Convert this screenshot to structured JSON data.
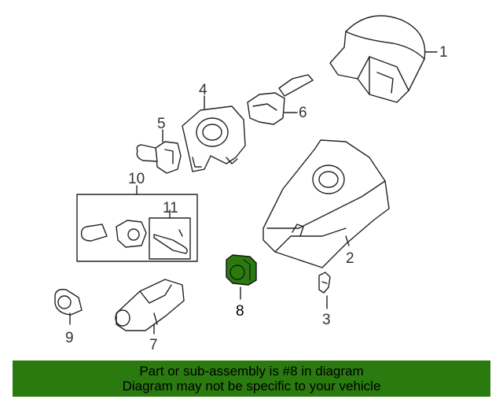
{
  "callouts": {
    "c1": "1",
    "c2": "2",
    "c3": "3",
    "c4": "4",
    "c5": "5",
    "c6": "6",
    "c7": "7",
    "c8": "8",
    "c9": "9",
    "c10": "10",
    "c11": "11"
  },
  "highlighted_part": "8",
  "colors": {
    "highlight_fill": "#2a7a10",
    "banner_bg": "#2a7a10",
    "line": "#222222"
  },
  "banner": {
    "line1": "Part or sub-assembly is #8 in diagram",
    "line2": "Diagram may not be specific to your vehicle"
  }
}
